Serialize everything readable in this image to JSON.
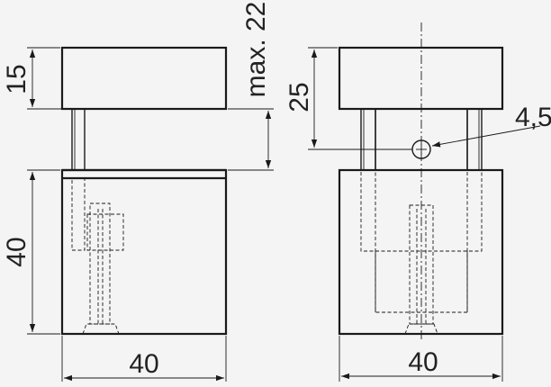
{
  "side_view": {
    "dim_top_height": "15",
    "dim_clamp_gap": "max. 22",
    "dim_bottom_height": "40",
    "dim_width": "40"
  },
  "front_view": {
    "dim_center_height": "25",
    "dim_hole": "4,5",
    "dim_width": "40"
  }
}
